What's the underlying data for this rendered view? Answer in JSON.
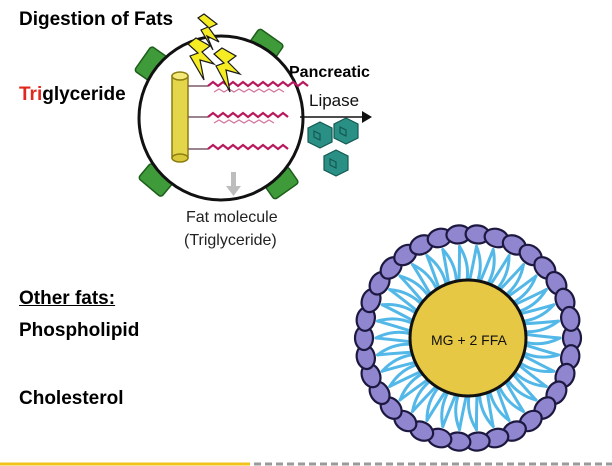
{
  "slide": {
    "title": "Digestion of Fats",
    "triglyceride_prefix": "Tri",
    "triglyceride_rest": "glyceride",
    "other_fats_heading": "Other fats:",
    "phospholipid": "Phospholipid",
    "cholesterol": "Cholesterol"
  },
  "diagram": {
    "enzyme_label": "Pancreatic",
    "lipase_label": "Lipase",
    "fat_molecule_line1": "Fat molecule",
    "fat_molecule_line2": "(Triglyceride)",
    "micelle_label": "MG + 2 FFA"
  },
  "colors": {
    "accent_red": "#e0281e",
    "chain": "#b8185c",
    "glycerol": "#e3d64a",
    "bolt": "#f6ec23",
    "lipase": "#2a8f85",
    "membrane_tab": "#3f9a3a",
    "micelle_core": "#e6c845",
    "micelle_tail": "#53b8e8",
    "micelle_head": "#8f86cf",
    "bottom_bar": "#f0c21a"
  }
}
